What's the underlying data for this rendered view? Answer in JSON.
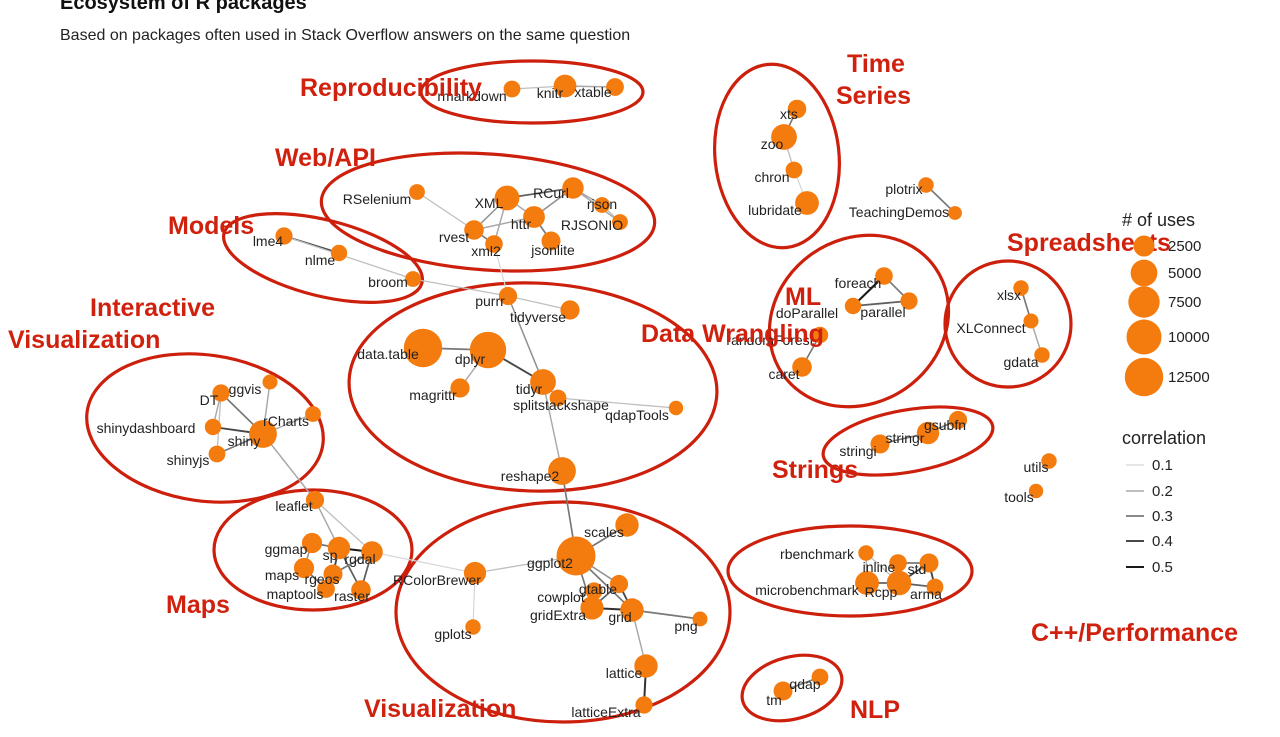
{
  "header": {
    "title": "Ecosystem of R packages",
    "subtitle": "Based on packages often used in Stack Overflow answers on the same question"
  },
  "colors": {
    "node": "#f47b0e",
    "ellipse": "#cc1f0c",
    "group_label": "#d0210e"
  },
  "legend": {
    "size_title": "# of uses",
    "size_items": [
      "2500",
      "5000",
      "7500",
      "10000",
      "12500"
    ],
    "corr_title": "correlation",
    "corr_items": [
      "0.1",
      "0.2",
      "0.3",
      "0.4",
      "0.5"
    ]
  },
  "groups": [
    {
      "id": "reproducibility",
      "label": "Reproducibility"
    },
    {
      "id": "webapi",
      "label": "Web/API"
    },
    {
      "id": "models",
      "label": "Models"
    },
    {
      "id": "interactive",
      "label": "Interactive Visualization"
    },
    {
      "id": "datawrangling",
      "label": "Data Wrangling"
    },
    {
      "id": "timeseries",
      "label": "Time Series"
    },
    {
      "id": "ml",
      "label": "ML"
    },
    {
      "id": "spreadsheets",
      "label": "Spreadsheets"
    },
    {
      "id": "strings",
      "label": "Strings"
    },
    {
      "id": "maps",
      "label": "Maps"
    },
    {
      "id": "visualization",
      "label": "Visualization"
    },
    {
      "id": "cpp",
      "label": "C++/Performance"
    },
    {
      "id": "nlp",
      "label": "NLP"
    }
  ],
  "nodes": [
    {
      "id": "rmarkdown",
      "label": "rmarkdown",
      "uses": 1200
    },
    {
      "id": "knitr",
      "label": "knitr",
      "uses": 3200
    },
    {
      "id": "xtable",
      "label": "xtable",
      "uses": 1500
    },
    {
      "id": "xts",
      "label": "xts",
      "uses": 1700
    },
    {
      "id": "zoo",
      "label": "zoo",
      "uses": 4500
    },
    {
      "id": "chron",
      "label": "chron",
      "uses": 1200
    },
    {
      "id": "lubridate",
      "label": "lubridate",
      "uses": 3600
    },
    {
      "id": "plotrix",
      "label": "plotrix",
      "uses": 900
    },
    {
      "id": "TeachingDemos",
      "label": "TeachingDemos",
      "uses": 600
    },
    {
      "id": "RSelenium",
      "label": "RSelenium",
      "uses": 1000
    },
    {
      "id": "XML",
      "label": "XML",
      "uses": 4000
    },
    {
      "id": "RCurl",
      "label": "RCurl",
      "uses": 2600
    },
    {
      "id": "rjson",
      "label": "rjson",
      "uses": 1000
    },
    {
      "id": "httr",
      "label": "httr",
      "uses": 2800
    },
    {
      "id": "RJSONIO",
      "label": "RJSONIO",
      "uses": 1000
    },
    {
      "id": "rvest",
      "label": "rvest",
      "uses": 2000
    },
    {
      "id": "xml2",
      "label": "xml2",
      "uses": 1400
    },
    {
      "id": "jsonlite",
      "label": "jsonlite",
      "uses": 1800
    },
    {
      "id": "lme4",
      "label": "lme4",
      "uses": 1300
    },
    {
      "id": "nlme",
      "label": "nlme",
      "uses": 1100
    },
    {
      "id": "broom",
      "label": "broom",
      "uses": 1000
    },
    {
      "id": "purrr",
      "label": "purrr",
      "uses": 1600
    },
    {
      "id": "tidyverse",
      "label": "tidyverse",
      "uses": 1900
    },
    {
      "id": "data.table",
      "label": "data.table",
      "uses": 12500
    },
    {
      "id": "dplyr",
      "label": "dplyr",
      "uses": 11000
    },
    {
      "id": "magrittr",
      "label": "magrittr",
      "uses": 1900
    },
    {
      "id": "tidyr",
      "label": "tidyr",
      "uses": 4500
    },
    {
      "id": "splitstackshape",
      "label": "splitstackshape",
      "uses": 1200
    },
    {
      "id": "qdapTools",
      "label": "qdapTools",
      "uses": 700
    },
    {
      "id": "reshape2",
      "label": "reshape2",
      "uses": 5500
    },
    {
      "id": "foreach",
      "label": "foreach",
      "uses": 1400
    },
    {
      "id": "doParallel",
      "label": "doParallel",
      "uses": 1100
    },
    {
      "id": "parallel",
      "label": "parallel",
      "uses": 1300
    },
    {
      "id": "randomForest",
      "label": "randomForest",
      "uses": 1100
    },
    {
      "id": "caret",
      "label": "caret",
      "uses": 2000
    },
    {
      "id": "xlsx",
      "label": "xlsx",
      "uses": 900
    },
    {
      "id": "XLConnect",
      "label": "XLConnect",
      "uses": 800
    },
    {
      "id": "gdata",
      "label": "gdata",
      "uses": 900
    },
    {
      "id": "DT",
      "label": "DT",
      "uses": 1300
    },
    {
      "id": "ggvis",
      "label": "ggvis",
      "uses": 800
    },
    {
      "id": "rCharts",
      "label": "rCharts",
      "uses": 1000
    },
    {
      "id": "shinydashboard",
      "label": "shinydashboard",
      "uses": 1100
    },
    {
      "id": "shiny",
      "label": "shiny",
      "uses": 5500
    },
    {
      "id": "shinyjs",
      "label": "shinyjs",
      "uses": 1200
    },
    {
      "id": "gsubfn",
      "label": "gsubfn",
      "uses": 1600
    },
    {
      "id": "stringr",
      "label": "stringr",
      "uses": 3000
    },
    {
      "id": "stringi",
      "label": "stringi",
      "uses": 1800
    },
    {
      "id": "utils",
      "label": "utils",
      "uses": 900
    },
    {
      "id": "tools",
      "label": "tools",
      "uses": 700
    },
    {
      "id": "leaflet",
      "label": "leaflet",
      "uses": 1600
    },
    {
      "id": "ggmap",
      "label": "ggmap",
      "uses": 2200
    },
    {
      "id": "sp",
      "label": "sp",
      "uses": 3000
    },
    {
      "id": "rgdal",
      "label": "rgdal",
      "uses": 2700
    },
    {
      "id": "maps",
      "label": "maps",
      "uses": 2200
    },
    {
      "id": "rgeos",
      "label": "rgeos",
      "uses": 1800
    },
    {
      "id": "RColorBrewer",
      "label": "RColorBrewer",
      "uses": 2900
    },
    {
      "id": "maptools",
      "label": "maptools",
      "uses": 1500
    },
    {
      "id": "raster",
      "label": "raster",
      "uses": 2000
    },
    {
      "id": "scales",
      "label": "scales",
      "uses": 3400
    },
    {
      "id": "ggplot2",
      "label": "ggplot2",
      "uses": 13000
    },
    {
      "id": "gtable",
      "label": "gtable",
      "uses": 1600
    },
    {
      "id": "cowplot",
      "label": "cowplot",
      "uses": 1300
    },
    {
      "id": "gridExtra",
      "label": "gridExtra",
      "uses": 3300
    },
    {
      "id": "grid",
      "label": "grid",
      "uses": 3400
    },
    {
      "id": "png",
      "label": "png",
      "uses": 800
    },
    {
      "id": "gplots",
      "label": "gplots",
      "uses": 900
    },
    {
      "id": "lattice",
      "label": "lattice",
      "uses": 3400
    },
    {
      "id": "latticeExtra",
      "label": "latticeExtra",
      "uses": 1300
    },
    {
      "id": "rbenchmark",
      "label": "rbenchmark",
      "uses": 900
    },
    {
      "id": "inline",
      "label": "inline",
      "uses": 1400
    },
    {
      "id": "std",
      "label": "std",
      "uses": 1800
    },
    {
      "id": "microbenchmark",
      "label": "microbenchmark",
      "uses": 3600
    },
    {
      "id": "Rcpp",
      "label": "Rcpp",
      "uses": 3900
    },
    {
      "id": "arma",
      "label": "arma",
      "uses": 1200
    },
    {
      "id": "tm",
      "label": "tm",
      "uses": 1800
    },
    {
      "id": "qdap",
      "label": "qdap",
      "uses": 1200
    }
  ],
  "edges": [
    {
      "source": "rmarkdown",
      "target": "knitr",
      "correlation": 0.15
    },
    {
      "source": "knitr",
      "target": "xtable",
      "correlation": 0.2
    },
    {
      "source": "xts",
      "target": "zoo",
      "correlation": 0.3
    },
    {
      "source": "zoo",
      "target": "chron",
      "correlation": 0.15
    },
    {
      "source": "chron",
      "target": "lubridate",
      "correlation": 0.1
    },
    {
      "source": "plotrix",
      "target": "TeachingDemos",
      "correlation": 0.3
    },
    {
      "source": "RSelenium",
      "target": "rvest",
      "correlation": 0.15
    },
    {
      "source": "XML",
      "target": "RCurl",
      "correlation": 0.35
    },
    {
      "source": "XML",
      "target": "httr",
      "correlation": 0.2
    },
    {
      "source": "XML",
      "target": "rvest",
      "correlation": 0.25
    },
    {
      "source": "XML",
      "target": "xml2",
      "correlation": 0.2
    },
    {
      "source": "RCurl",
      "target": "rjson",
      "correlation": 0.2
    },
    {
      "source": "RCurl",
      "target": "RJSONIO",
      "correlation": 0.2
    },
    {
      "source": "RCurl",
      "target": "httr",
      "correlation": 0.25
    },
    {
      "source": "rjson",
      "target": "RJSONIO",
      "correlation": 0.15
    },
    {
      "source": "httr",
      "target": "jsonlite",
      "correlation": 0.3
    },
    {
      "source": "httr",
      "target": "rvest",
      "correlation": 0.2
    },
    {
      "source": "rvest",
      "target": "xml2",
      "correlation": 0.3
    },
    {
      "source": "xml2",
      "target": "purrr",
      "correlation": 0.1
    },
    {
      "source": "lme4",
      "target": "nlme",
      "correlation": 0.4
    },
    {
      "source": "lme4",
      "target": "broom",
      "correlation": 0.15
    },
    {
      "source": "purrr",
      "target": "tidyverse",
      "correlation": 0.15
    },
    {
      "source": "purrr",
      "target": "tidyr",
      "correlation": 0.25
    },
    {
      "source": "purrr",
      "target": "broom",
      "correlation": 0.15
    },
    {
      "source": "data.table",
      "target": "dplyr",
      "correlation": 0.3
    },
    {
      "source": "dplyr",
      "target": "magrittr",
      "correlation": 0.2
    },
    {
      "source": "dplyr",
      "target": "tidyr",
      "correlation": 0.4
    },
    {
      "source": "tidyr",
      "target": "splitstackshape",
      "correlation": 0.2
    },
    {
      "source": "tidyr",
      "target": "reshape2",
      "correlation": 0.2
    },
    {
      "source": "splitstackshape",
      "target": "qdapTools",
      "correlation": 0.15
    },
    {
      "source": "reshape2",
      "target": "ggplot2",
      "correlation": 0.3
    },
    {
      "source": "foreach",
      "target": "doParallel",
      "correlation": 0.5
    },
    {
      "source": "foreach",
      "target": "parallel",
      "correlation": 0.3
    },
    {
      "source": "doParallel",
      "target": "parallel",
      "correlation": 0.35
    },
    {
      "source": "randomForest",
      "target": "caret",
      "correlation": 0.3
    },
    {
      "source": "xlsx",
      "target": "XLConnect",
      "correlation": 0.3
    },
    {
      "source": "XLConnect",
      "target": "gdata",
      "correlation": 0.2
    },
    {
      "source": "DT",
      "target": "shiny",
      "correlation": 0.3
    },
    {
      "source": "DT",
      "target": "shinydashboard",
      "correlation": 0.2
    },
    {
      "source": "DT",
      "target": "shinyjs",
      "correlation": 0.15
    },
    {
      "source": "ggvis",
      "target": "shiny",
      "correlation": 0.2
    },
    {
      "source": "rCharts",
      "target": "shiny",
      "correlation": 0.2
    },
    {
      "source": "shinydashboard",
      "target": "shiny",
      "correlation": 0.4
    },
    {
      "source": "shinyjs",
      "target": "shiny",
      "correlation": 0.3
    },
    {
      "source": "shiny",
      "target": "leaflet",
      "correlation": 0.2
    },
    {
      "source": "gsubfn",
      "target": "stringr",
      "correlation": 0.3
    },
    {
      "source": "stringr",
      "target": "stringi",
      "correlation": 0.3
    },
    {
      "source": "leaflet",
      "target": "sp",
      "correlation": 0.2
    },
    {
      "source": "leaflet",
      "target": "rgdal",
      "correlation": 0.15
    },
    {
      "source": "ggmap",
      "target": "sp",
      "correlation": 0.3
    },
    {
      "source": "ggmap",
      "target": "maps",
      "correlation": 0.25
    },
    {
      "source": "sp",
      "target": "rgdal",
      "correlation": 0.5
    },
    {
      "source": "sp",
      "target": "rgeos",
      "correlation": 0.4
    },
    {
      "source": "sp",
      "target": "raster",
      "correlation": 0.35
    },
    {
      "source": "rgdal",
      "target": "raster",
      "correlation": 0.35
    },
    {
      "source": "rgdal",
      "target": "rgeos",
      "correlation": 0.3
    },
    {
      "source": "maps",
      "target": "maptools",
      "correlation": 0.3
    },
    {
      "source": "maptools",
      "target": "rgeos",
      "correlation": 0.3
    },
    {
      "source": "rgdal",
      "target": "RColorBrewer",
      "correlation": 0.1
    },
    {
      "source": "RColorBrewer",
      "target": "ggplot2",
      "correlation": 0.15
    },
    {
      "source": "RColorBrewer",
      "target": "gplots",
      "correlation": 0.1
    },
    {
      "source": "scales",
      "target": "ggplot2",
      "correlation": 0.3
    },
    {
      "source": "ggplot2",
      "target": "gtable",
      "correlation": 0.25
    },
    {
      "source": "ggplot2",
      "target": "gridExtra",
      "correlation": 0.3
    },
    {
      "source": "ggplot2",
      "target": "grid",
      "correlation": 0.3
    },
    {
      "source": "gtable",
      "target": "grid",
      "correlation": 0.4
    },
    {
      "source": "gtable",
      "target": "gridExtra",
      "correlation": 0.35
    },
    {
      "source": "cowplot",
      "target": "gridExtra",
      "correlation": 0.3
    },
    {
      "source": "gridExtra",
      "target": "grid",
      "correlation": 0.45
    },
    {
      "source": "grid",
      "target": "png",
      "correlation": 0.3
    },
    {
      "source": "grid",
      "target": "lattice",
      "correlation": 0.2
    },
    {
      "source": "lattice",
      "target": "latticeExtra",
      "correlation": 0.45
    },
    {
      "source": "rbenchmark",
      "target": "Rcpp",
      "correlation": 0.15
    },
    {
      "source": "rbenchmark",
      "target": "microbenchmark",
      "correlation": 0.2
    },
    {
      "source": "inline",
      "target": "Rcpp",
      "correlation": 0.4
    },
    {
      "source": "inline",
      "target": "std",
      "correlation": 0.3
    },
    {
      "source": "std",
      "target": "Rcpp",
      "correlation": 0.4
    },
    {
      "source": "std",
      "target": "arma",
      "correlation": 0.4
    },
    {
      "source": "Rcpp",
      "target": "arma",
      "correlation": 0.35
    },
    {
      "source": "microbenchmark",
      "target": "Rcpp",
      "correlation": 0.35
    },
    {
      "source": "tm",
      "target": "qdap",
      "correlation": 0.3
    }
  ]
}
